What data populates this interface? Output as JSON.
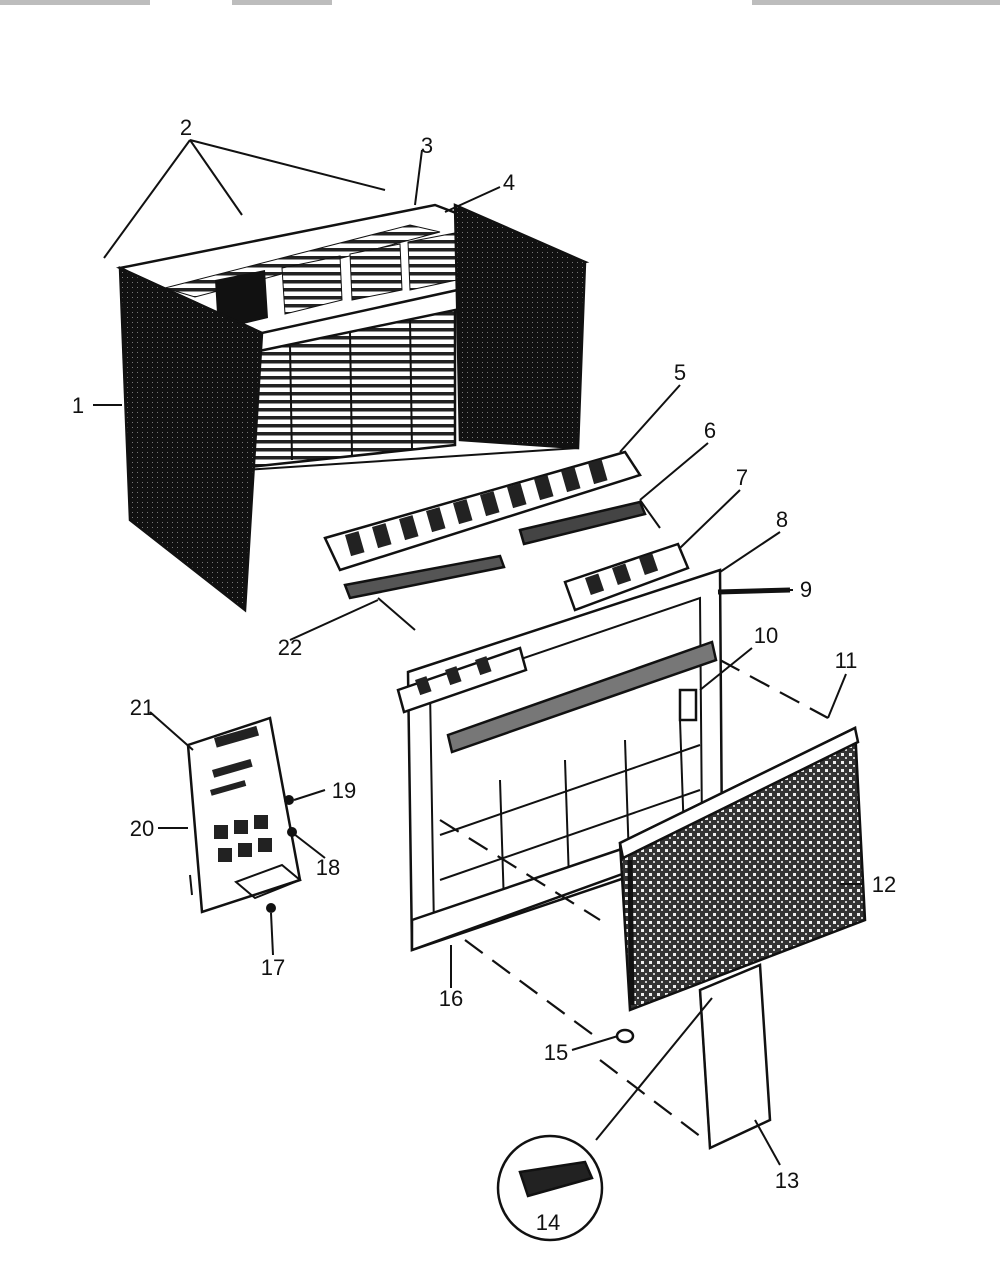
{
  "callouts": [
    "1",
    "2",
    "3",
    "4",
    "5",
    "6",
    "7",
    "8",
    "9",
    "10",
    "11",
    "12",
    "13",
    "14",
    "15",
    "16",
    "17",
    "18",
    "19",
    "20",
    "21",
    "22"
  ],
  "colors": {
    "ink": "#111111",
    "paper": "#ffffff",
    "grey": "#bdbdbd"
  }
}
